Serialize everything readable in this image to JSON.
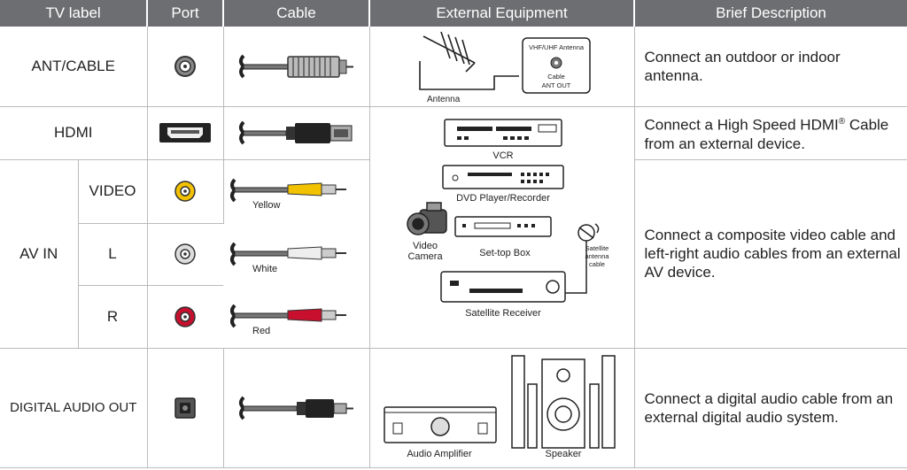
{
  "headers": {
    "tv_label": "TV label",
    "port": "Port",
    "cable": "Cable",
    "external": "External Equipment",
    "brief": "Brief Description"
  },
  "rows": {
    "ant": {
      "label": "ANT/CABLE",
      "antenna": "Antenna",
      "box_title": "VHF/UHF Antenna",
      "box_cable": "Cable",
      "box_out": "ANT OUT",
      "desc": "Connect an outdoor or indoor antenna."
    },
    "hdmi": {
      "label": "HDMI",
      "desc_pre": "Connect a High Speed HDMI",
      "desc_reg": "®",
      "desc_post": " Cable from an external device."
    },
    "av": {
      "group": "AV IN",
      "video": "VIDEO",
      "l": "L",
      "r": "R",
      "yellow": "Yellow",
      "white": "White",
      "red": "Red",
      "desc": "Connect a composite video cable and left-right audio cables from an external AV device."
    },
    "devices": {
      "vcr": "VCR",
      "dvd": "DVD Player/Recorder",
      "camera_line1": "Video",
      "camera_line2": "Camera",
      "settop": "Set-top Box",
      "sat_cable_line1": "Satellite",
      "sat_cable_line2": "antenna",
      "sat_cable_line3": "cable",
      "satellite": "Satellite Receiver"
    },
    "digital": {
      "label": "DIGITAL AUDIO OUT",
      "amp": "Audio Amplifier",
      "speaker": "Speaker",
      "desc": "Connect a digital audio cable from an external digital audio system."
    }
  },
  "colors": {
    "header_bg": "#6d6e71",
    "yellow": "#f2c200",
    "red": "#c8102e",
    "grid": "#bbbbbb"
  }
}
